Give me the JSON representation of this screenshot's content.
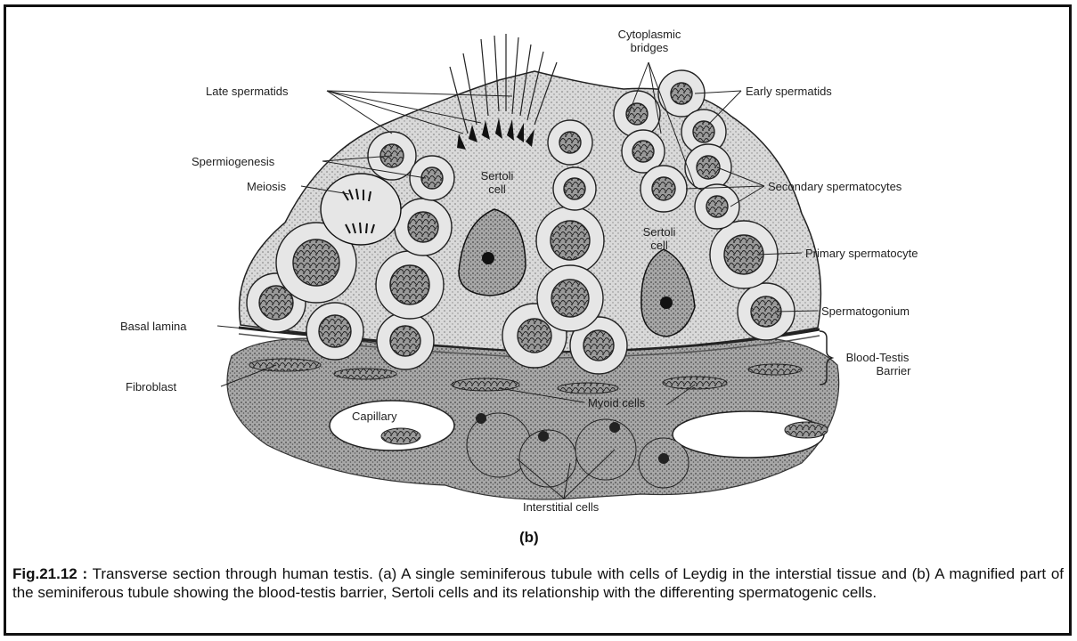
{
  "labels": {
    "late_spermatids": "Late spermatids",
    "spermiogenesis": "Spermiogenesis",
    "meiosis": "Meiosis",
    "sertoli_cell_1_line1": "Sertoli",
    "sertoli_cell_1_line2": "cell",
    "sertoli_cell_2_line1": "Sertoli",
    "sertoli_cell_2_line2": "cell",
    "cytoplasmic_bridges_line1": "Cytoplasmic",
    "cytoplasmic_bridges_line2": "bridges",
    "early_spermatids": "Early spermatids",
    "secondary_spermatocytes": "Secondary spermatocytes",
    "primary_spermatocyte": "Primary spermatocyte",
    "spermatogonium": "Spermatogonium",
    "basal_lamina": "Basal lamina",
    "blood_testis_barrier_line1": "Blood-Testis",
    "blood_testis_barrier_line2": "Barrier",
    "fibroblast": "Fibroblast",
    "capillary": "Capillary",
    "myoid_cells": "Myoid cells",
    "interstitial_cells": "Interstitial cells"
  },
  "panel_label": "(b)",
  "caption": {
    "figure_ref": "Fig.21.12 :",
    "text": " Transverse section through human testis. (a) A single seminiferous tubule with cells of Leydig in the interstial tissue and (b) A magnified part of the seminiferous tubule showing the blood-testis barrier, Sertoli cells and its relationship with the differenting spermatogenic cells."
  },
  "colors": {
    "ink": "#222222",
    "cell_fill": "#e2e2e2",
    "nucleus_fill": "#8a8a8a",
    "tissue_fill": "#c8c8c8",
    "capillary_fill": "#ffffff"
  }
}
